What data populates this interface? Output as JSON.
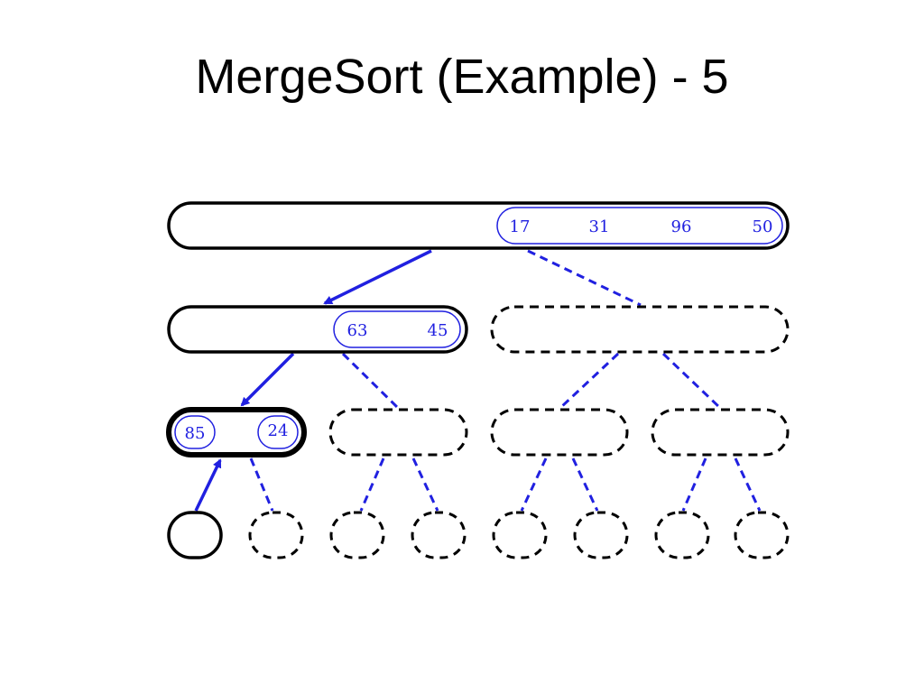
{
  "title": "MergeSort (Example) - 5",
  "colors": {
    "blue": "#2020e0",
    "black": "#000000"
  },
  "root": {
    "values": [
      "17",
      "31",
      "96",
      "50"
    ]
  },
  "level1_left": {
    "values": [
      "63",
      "45"
    ]
  },
  "level2_left": {
    "values": [
      "85",
      "24"
    ]
  }
}
